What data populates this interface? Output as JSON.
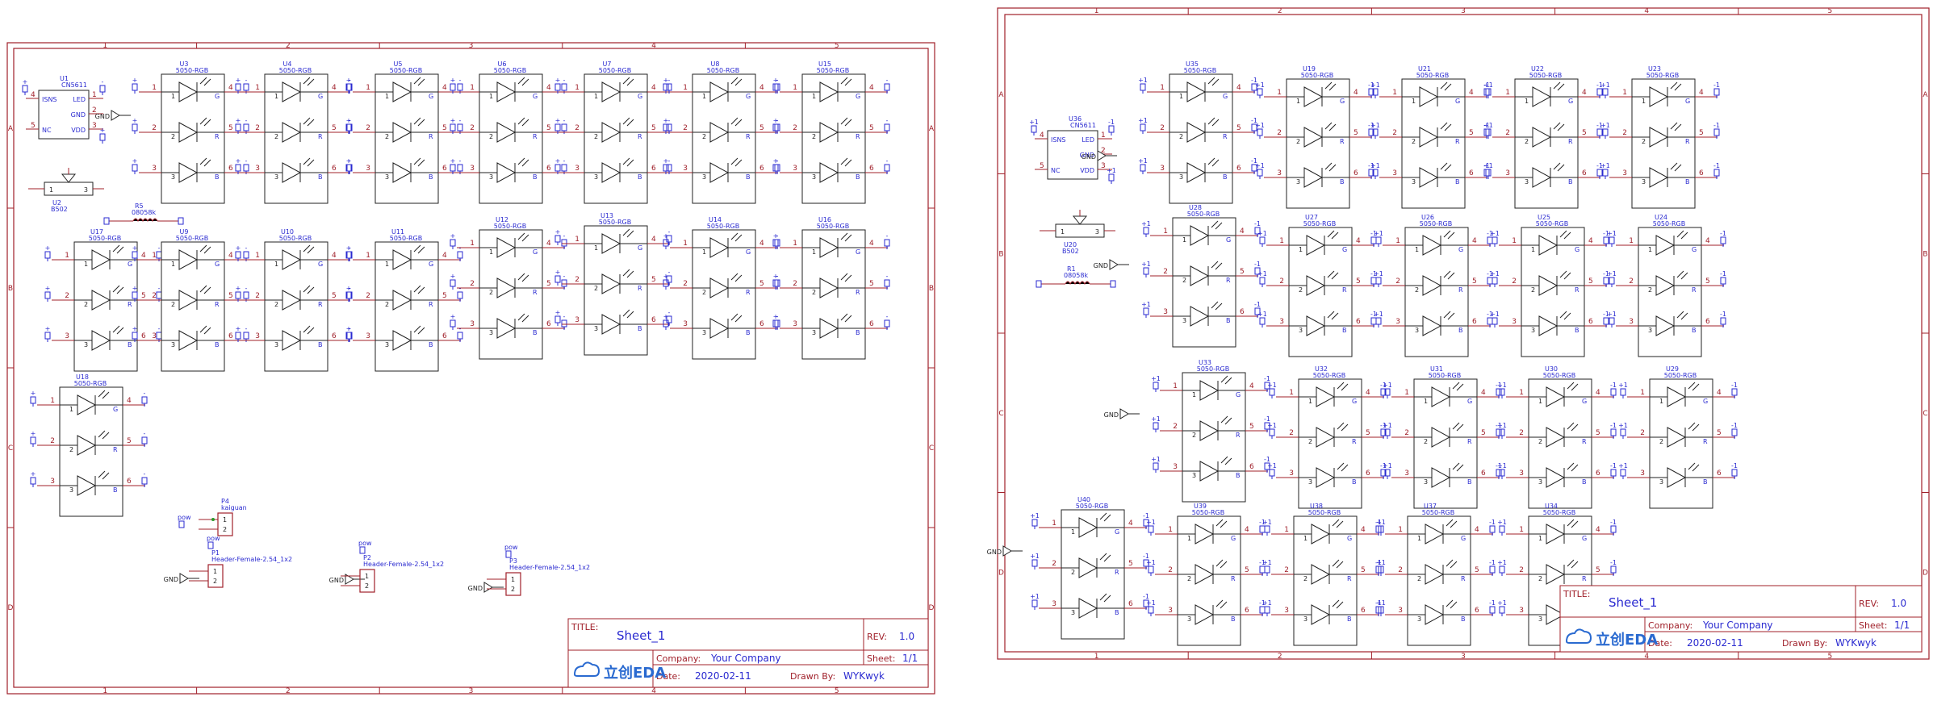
{
  "sheets": [
    {
      "zones_top": [
        "1",
        "2",
        "3",
        "4",
        "5"
      ],
      "zones_side": [
        "A",
        "B",
        "C",
        "D"
      ],
      "components": [
        {
          "ref": "U3",
          "part": "5050-RGB"
        },
        {
          "ref": "U4",
          "part": "5050-RGB"
        },
        {
          "ref": "U5",
          "part": "5050-RGB"
        },
        {
          "ref": "U6",
          "part": "5050-RGB"
        },
        {
          "ref": "U7",
          "part": "5050-RGB"
        },
        {
          "ref": "U8",
          "part": "5050-RGB"
        },
        {
          "ref": "U15",
          "part": "5050-RGB"
        },
        {
          "ref": "U17",
          "part": "5050-RGB"
        },
        {
          "ref": "U9",
          "part": "5050-RGB"
        },
        {
          "ref": "U10",
          "part": "5050-RGB"
        },
        {
          "ref": "U11",
          "part": "5050-RGB"
        },
        {
          "ref": "U12",
          "part": "5050-RGB"
        },
        {
          "ref": "U13",
          "part": "5050-RGB"
        },
        {
          "ref": "U14",
          "part": "5050-RGB"
        },
        {
          "ref": "U16",
          "part": "5050-RGB"
        },
        {
          "ref": "U18",
          "part": "5050-RGB"
        }
      ],
      "ic": {
        "ref": "U1",
        "part": "CN5611",
        "pins": [
          "ISNS",
          "LED",
          "GND",
          "NC",
          "VDD"
        ]
      },
      "transistor": {
        "ref": "U2",
        "part": "B502"
      },
      "resistor": {
        "ref": "R5",
        "part": "08058k"
      },
      "connectors": [
        {
          "ref": "P4",
          "part": "kaiguan"
        },
        {
          "ref": "P1",
          "part": "Header-Female-2.54_1x2"
        },
        {
          "ref": "P2",
          "part": "Header-Female-2.54_1x2"
        },
        {
          "ref": "P3",
          "part": "Header-Female-2.54_1x2"
        }
      ],
      "title_block": {
        "title_label": "TITLE:",
        "title": "Sheet_1",
        "rev_label": "REV:",
        "rev": "1.0",
        "company_label": "Company:",
        "company": "Your Company",
        "sheet_label": "Sheet:",
        "sheet": "1/1",
        "date_label": "Date:",
        "date": "2020-02-11",
        "drawn_label": "Drawn By:",
        "drawn": "WYKwyk",
        "logo": "立创EDA"
      }
    },
    {
      "zones_top": [
        "1",
        "2",
        "3",
        "4",
        "5"
      ],
      "zones_side": [
        "A",
        "B",
        "C",
        "D"
      ],
      "components": [
        {
          "ref": "U35",
          "part": "5050-RGB"
        },
        {
          "ref": "U19",
          "part": "5050-RGB"
        },
        {
          "ref": "U21",
          "part": "5050-RGB"
        },
        {
          "ref": "U22",
          "part": "5050-RGB"
        },
        {
          "ref": "U23",
          "part": "5050-RGB"
        },
        {
          "ref": "U28",
          "part": "5050-RGB"
        },
        {
          "ref": "U27",
          "part": "5050-RGB"
        },
        {
          "ref": "U26",
          "part": "5050-RGB"
        },
        {
          "ref": "U25",
          "part": "5050-RGB"
        },
        {
          "ref": "U24",
          "part": "5050-RGB"
        },
        {
          "ref": "U33",
          "part": "5050-RGB"
        },
        {
          "ref": "U32",
          "part": "5050-RGB"
        },
        {
          "ref": "U31",
          "part": "5050-RGB"
        },
        {
          "ref": "U30",
          "part": "5050-RGB"
        },
        {
          "ref": "U29",
          "part": "5050-RGB"
        },
        {
          "ref": "U40",
          "part": "5050-RGB"
        },
        {
          "ref": "U39",
          "part": "5050-RGB"
        },
        {
          "ref": "U38",
          "part": "5050-RGB"
        },
        {
          "ref": "U37",
          "part": "5050-RGB"
        },
        {
          "ref": "U34",
          "part": "5050-RGB"
        }
      ],
      "ic": {
        "ref": "U36",
        "part": "CN5611",
        "pins": [
          "ISNS",
          "LED",
          "GND",
          "NC",
          "VDD"
        ]
      },
      "transistor": {
        "ref": "U20",
        "part": "B502"
      },
      "resistor": {
        "ref": "R1",
        "part": "08058k"
      },
      "connectors": [],
      "title_block": {
        "title_label": "TITLE:",
        "title": "Sheet_1",
        "rev_label": "REV:",
        "rev": "1.0",
        "company_label": "Company:",
        "company": "Your Company",
        "sheet_label": "Sheet:",
        "sheet": "1/1",
        "date_label": "Date:",
        "date": "2020-02-11",
        "drawn_label": "Drawn By:",
        "drawn": "WYKwyk",
        "logo": "立创EDA"
      }
    }
  ],
  "led_pin_labels": [
    "G",
    "R",
    "B"
  ],
  "net_gnd": "GND",
  "net_pow": "pow",
  "flag_plus": "+",
  "flag_minus": "-",
  "flag_p1": "+1",
  "flag_m1": "-1",
  "colors": {
    "frame": "#a0202a",
    "text": "#2a2ad0",
    "body": "#222222"
  }
}
